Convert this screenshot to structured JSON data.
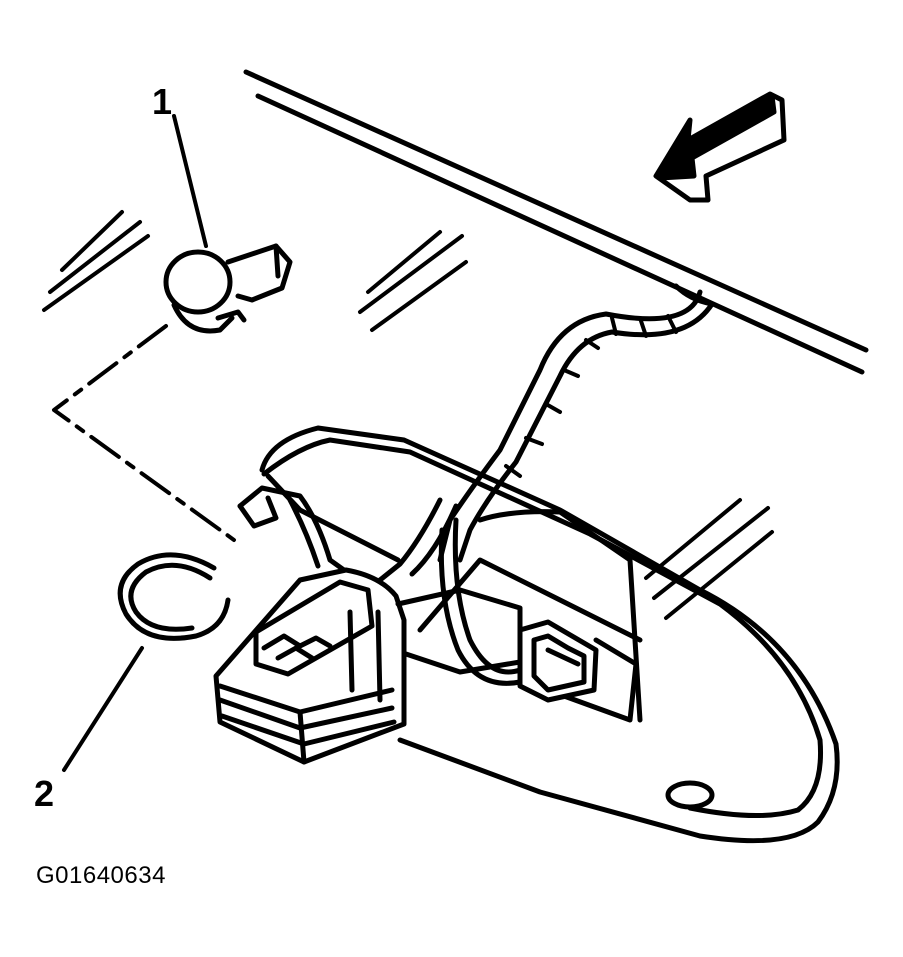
{
  "callouts": [
    {
      "id": "1",
      "label": "1"
    },
    {
      "id": "2",
      "label": "2"
    }
  ],
  "figure_id": "G01640634",
  "colors": {
    "ink": "#000000",
    "paper": "#ffffff"
  }
}
